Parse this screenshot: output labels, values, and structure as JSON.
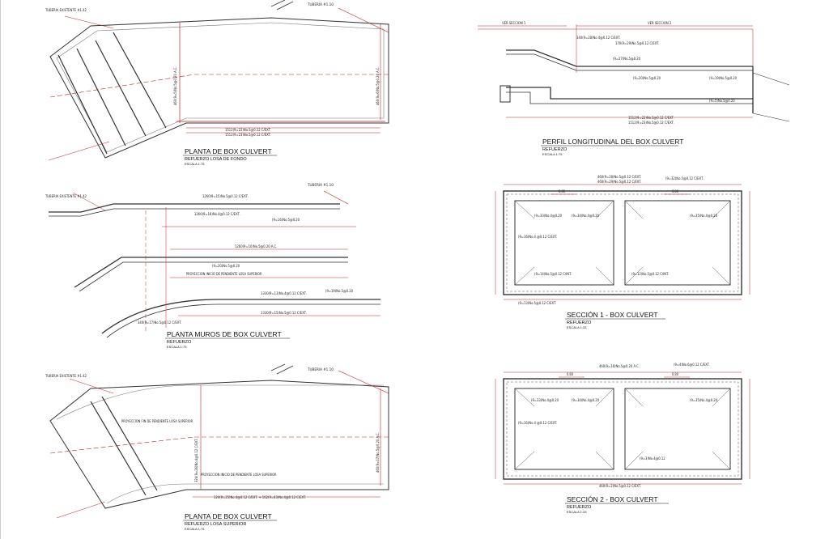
{
  "titles": {
    "p1": {
      "main": "PLANTA DE BOX CULVERT",
      "sub": "REFUERZO LOSA DE FONDO",
      "scale": "ESCALA 1:75"
    },
    "p2": {
      "main": "PERFIL LONGITUDINAL DEL BOX CULVERT",
      "sub": "REFUERZO",
      "scale": "ESCALA 1:75"
    },
    "p3": {
      "main": "PLANTA MUROS DE BOX CULVERT",
      "sub": "REFUERZO",
      "scale": "ESCALA 1:75"
    },
    "p4": {
      "main": "SECCIÓN 1 - BOX CULVERT",
      "sub": "REFUERZO",
      "scale": "ESCALA 1:33"
    },
    "p5": {
      "main": "PLANTA DE BOX CULVERT",
      "sub": "REFUERZO LOSA SUPERIOR",
      "scale": "ESCALA 1:75"
    },
    "p6": {
      "main": "SECCIÓN 2 - BOX CULVERT",
      "sub": "REFUERZO",
      "scale": "ESCALA 1:33"
    }
  },
  "notes": {
    "tuberia_1": "TUBERIA #1.10",
    "tuberia_2": "TUBERIA #1.10",
    "tuberia_3": "TUBERIA #1.10",
    "tuberia_exist_1": "TUBERIA EXISTENTE #1.42",
    "tuberia_exist_2": "TUBERIA EXISTENTE #1.42",
    "tuberia_exist_3": "TUBERIA EXISTENTE #1.42",
    "proy_inicio": "PROYECCION INICIO DE PENDIENTE LOSA SUPERIOR",
    "proy_fin": "PROYECCION FIN DE PENDIENTE LOSA SUPERIOR",
    "proy_inicio_2": "PROYECCION INICIO DE PENDIENTE LOSA SUPERIOR",
    "perfil_top_1": "VER SECCION 1",
    "perfil_top_2": "VER SECCION 2"
  },
  "labels": {
    "p1_a": "1512(9=22)No.5@0.12 C/EXT.",
    "p1_b": "1512(9=23)No.5@0.12 C/EXT.",
    "p1_c": "460(9=5)No.5@0.20 A.C.",
    "p1_d": "460(9=6)No.5@0.20 A.C.",
    "p2_a": "340(9=28)No.4@0.12 C/EXT.",
    "p2_b": "170(9=29)No.5@0.12 C/EXT.",
    "p2_c": "(9=27)No.5@0.20",
    "p2_d": "(9=20)No.5@0.20",
    "p2_e": "(9=19)No.5@0.20",
    "p2_f": "(9=5)No.5@0.20",
    "p2_g": "1512(9=22)No.5@0.12 C/EXT.",
    "p2_h": "1512(9=23)No.5@0.12 C/EXT.",
    "p3_a": "1260(9=15)No.5@0.12 C/EXT.",
    "p3_b": "1260(9=18)No.4@0.12 C/EXT.",
    "p3_c": "(9=16)No.5@0.20",
    "p3_d": "1260(9=10)No.5@0.20 A.C.",
    "p3_e": "(9=20)No.5@0.20",
    "p3_f": "1330(9=13)No.4@0.12 C/EXT.",
    "p3_g": "1330(9=15)No.5@0.12 C/EXT.",
    "p3_h": "(9=19)No.5@0.20",
    "p3_i": "340(9=17)No.5@0.12 C/EXT.",
    "p4_a": "460(9=28)No.5@0.12 C/EXT.",
    "p4_b": "460(9=29)No.5@0.12 C/EXT.",
    "p4_c": "(9=32)No.5@0.12 C/EXT.",
    "p4_d": "(9=33)No.4@0.20",
    "p4_e": "(9=34)No.4@0.20",
    "p4_f": "(9=35)No.4@0.20",
    "p4_g": "(9=16)No.4 @0.12 C/EXT.",
    "p4_h": "(9=14)No.5@0.12 C/INT.",
    "p4_i": "(9=13)No.5@0.12 C/EXT.",
    "p4_j": "(9=12)No.5@0.12 C/INT.",
    "p5_a": "324(9=25)No.4@0.12 C/EXT. + 162(9=43)No.4@0.12 C/EXT.",
    "p5_b": "324(9=26)No.4@0.12 C/EXT.",
    "p5_c": "460(9=17)No.5@0.20 A.C.",
    "p6_a": "460(9=16)No.5@0.20 A.C.",
    "p6_b": "(9=4)No.6@0.12 C/EXT.",
    "p6_c": "(9=33)No.4@0.20",
    "p6_d": "(9=34)No.4@0.20",
    "p6_e": "(9=35)No.4@0.20",
    "p6_f": "(9=16)No.4 @0.12 C/EXT.",
    "p6_g": "460(9=2)No.5@0.12 C/EXT.",
    "p6_h": "(9=3)No.4@0.12",
    "dim_080": "0.80"
  },
  "colors": {
    "line": "#333333",
    "red": "#c81e1e",
    "gray": "#9a9a9a",
    "text": "#111111"
  }
}
